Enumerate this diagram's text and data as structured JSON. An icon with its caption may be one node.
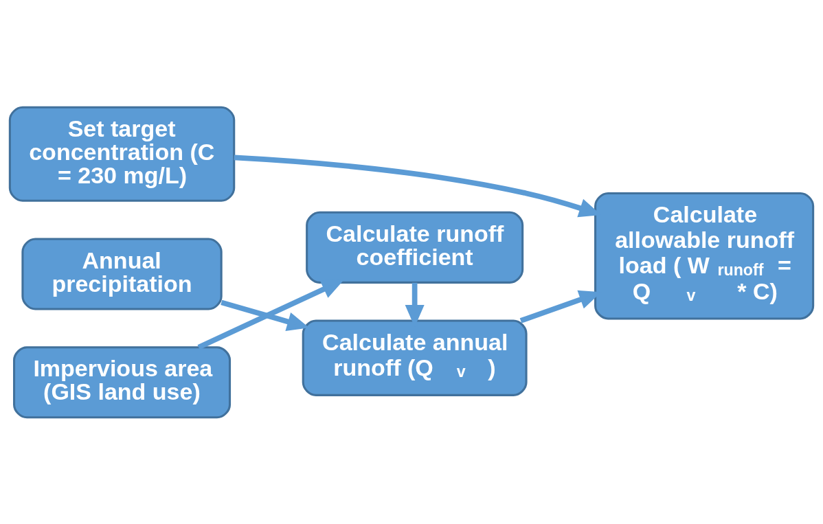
{
  "diagram": {
    "nodes": [
      {
        "text": [
          "Set target concentration (C = 230 mg/L)"
        ]
      },
      {
        "text": [
          "Calculate allowable runoff load ( W$_{runoff}$ = Q$_{v}$ * C)"
        ]
      },
      {
        "text": [
          "Annual precipitation"
        ]
      },
      {
        "text": [
          "Calculate annual runoff (Q$_{v}$)"
        ]
      },
      {
        "text": [
          "Impervious area (GIS land use)"
        ]
      },
      {
        "text": [
          "Calculate runoff coefficient"
        ]
      }
    ],
    "edges": [
      {
        "from": 0,
        "to": 1,
        "arrow": "to"
      },
      {
        "from": 2,
        "to": 3,
        "arrow": "to"
      },
      {
        "from": 3,
        "to": 1,
        "arrow": "to"
      },
      {
        "from": 4,
        "to": 5,
        "arrow": "to"
      },
      {
        "from": 5,
        "to": 3,
        "arrow": "to"
      }
    ]
  }
}
